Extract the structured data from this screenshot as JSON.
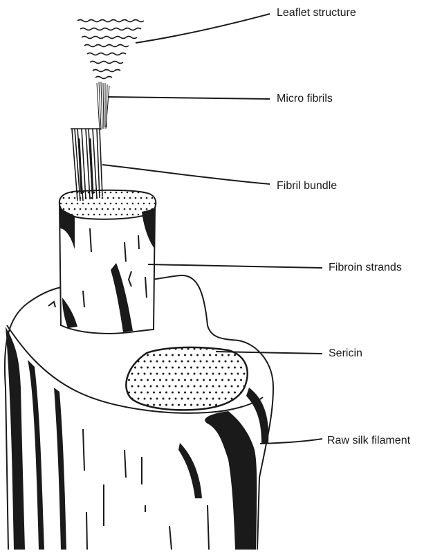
{
  "labels": {
    "leaflet_structure": "Leaflet structure",
    "micro_fibrils": "Micro fibrils",
    "fibril_bundle": "Fibril bundle",
    "fibroin_strands": "Fibroin strands",
    "sericin": "Sericin",
    "raw_silk_filament": "Raw silk filament"
  },
  "colors": {
    "ink": "#1a1a1a",
    "background": "#ffffff"
  }
}
